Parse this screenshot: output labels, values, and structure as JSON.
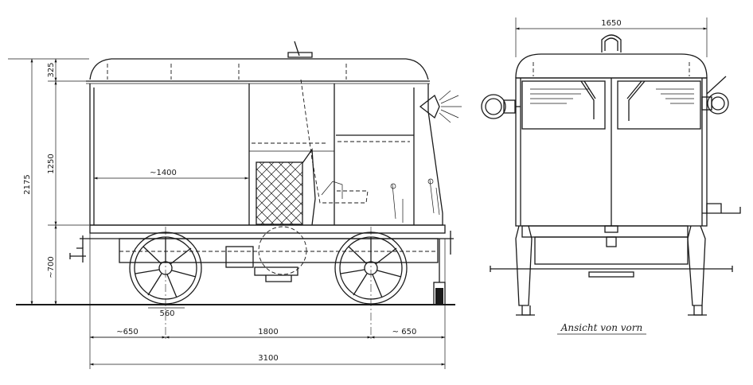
{
  "side_view": {
    "dimensions": {
      "height_total": "2175",
      "roof_height": "325",
      "body_height": "1250",
      "floor_height": "~700",
      "interior_length": "~1400",
      "wheel_diameter": "560",
      "overhang_left": "~650",
      "wheelbase": "1800",
      "overhang_right": "~ 650",
      "overall_length": "3100"
    }
  },
  "front_view": {
    "dimensions": {
      "width": "1650"
    },
    "caption": "Ansicht von vorn"
  }
}
